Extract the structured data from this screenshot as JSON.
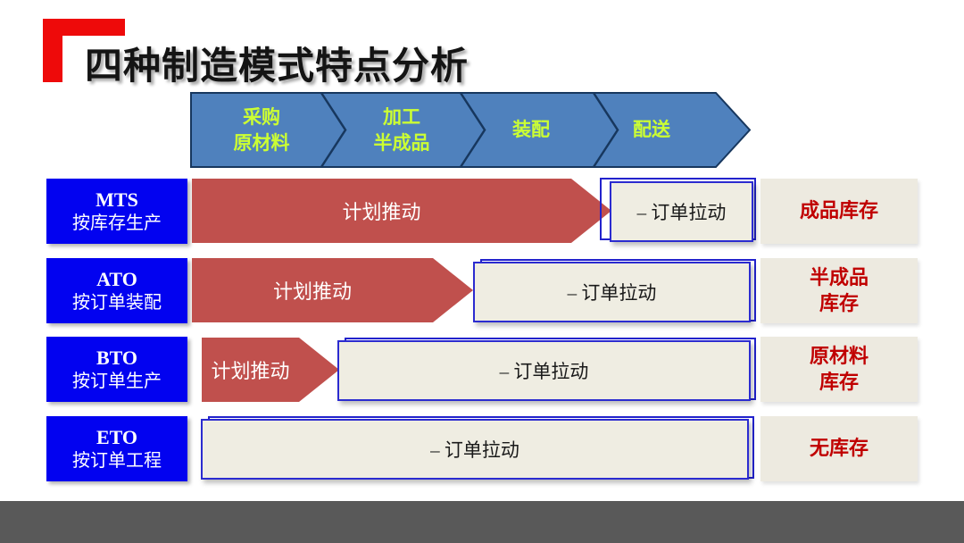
{
  "title": "四种制造模式特点分析",
  "process_bar": {
    "stages": [
      {
        "line1": "采购",
        "line2": "原材料"
      },
      {
        "line1": "加工",
        "line2": "半成品"
      },
      {
        "line1": "装配"
      },
      {
        "line1": "配送"
      }
    ]
  },
  "rows": [
    {
      "code": "MTS",
      "name": "按库存生产",
      "push": "计划推动",
      "pull": "– 订单拉动",
      "inv1": "成品库存"
    },
    {
      "code": "ATO",
      "name": "按订单装配",
      "push": "计划推动",
      "pull": "– 订单拉动",
      "inv1": "半成品",
      "inv2": "库存"
    },
    {
      "code": "BTO",
      "name": "按订单生产",
      "push": "计划推动",
      "pull": "– 订单拉动",
      "inv1": "原材料",
      "inv2": "库存"
    },
    {
      "code": "ETO",
      "name": "按订单工程",
      "pull": "– 订单拉动",
      "inv1": "无库存"
    }
  ],
  "colors": {
    "accent_red": "#ee0a0a",
    "process_blue": "#4f81bd",
    "process_outline": "#17375e",
    "stage_text": "#ccff33",
    "push_red": "#c0504d",
    "mode_blue": "#0202f0",
    "pull_bg": "#efede2",
    "pull_border": "#2b2bd0",
    "inventory_bg": "#edeae0",
    "inventory_text": "#c00000",
    "footer_gray": "#595959"
  }
}
